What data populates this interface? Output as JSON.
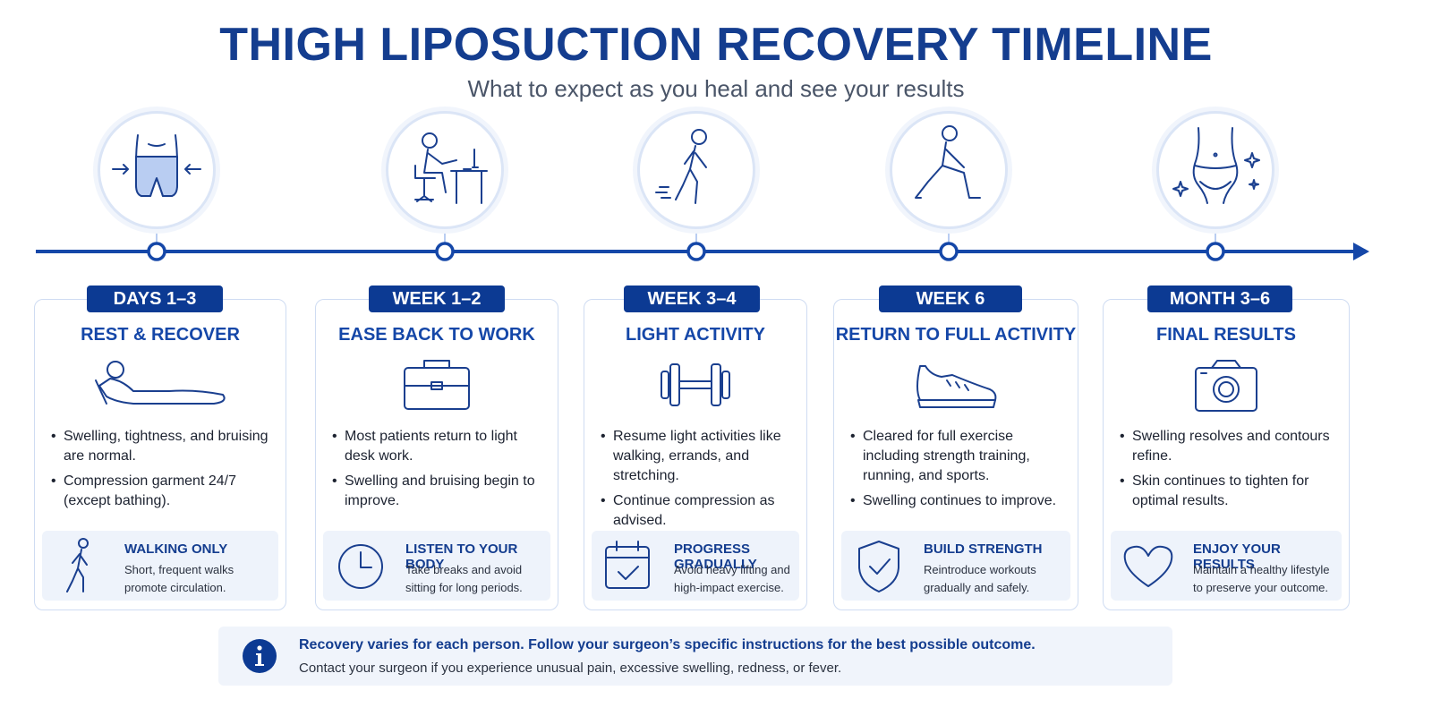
{
  "header": {
    "title": "THIGH LIPOSUCTION RECOVERY TIMELINE",
    "subtitle": "What to expect as you heal and see your results"
  },
  "colors": {
    "primary": "#0c3a93",
    "accent": "#1547a8",
    "icon_fill": "#b9cdf2",
    "card_border": "#cfdcf2",
    "tip_bg": "#eef3fb"
  },
  "stages": [
    {
      "label": "DAYS 1–3",
      "title": "REST & RECOVER",
      "timeline_icon": "compression-garment-icon",
      "card_icon": "lying-person-icon",
      "bullets": [
        "Swelling, tightness, and bruising are normal.",
        "Compression garment 24/7 (except bathing)."
      ],
      "tip_icon": "walking-person-icon",
      "tip_title": "WALKING ONLY",
      "tip_text": "Short, frequent walks promote circulation."
    },
    {
      "label": "WEEK 1–2",
      "title": "EASE BACK TO WORK",
      "timeline_icon": "desk-worker-icon",
      "card_icon": "briefcase-icon",
      "bullets": [
        "Most patients return to light desk work.",
        "Swelling and bruising begin to improve."
      ],
      "tip_icon": "clock-icon",
      "tip_title": "LISTEN TO YOUR BODY",
      "tip_text": "Take breaks and avoid sitting for long periods."
    },
    {
      "label": "WEEK 3–4",
      "title": "LIGHT ACTIVITY",
      "timeline_icon": "walking-person-icon",
      "card_icon": "dumbbell-icon",
      "bullets": [
        "Resume light activities like walking, errands, and stretching.",
        "Continue compression as advised."
      ],
      "tip_icon": "calendar-check-icon",
      "tip_title": "PROGRESS GRADUALLY",
      "tip_text": "Avoid heavy lifting and high-impact exercise."
    },
    {
      "label": "WEEK 6",
      "title": "RETURN TO FULL ACTIVITY",
      "timeline_icon": "lunge-exercise-icon",
      "card_icon": "sneaker-icon",
      "bullets": [
        "Cleared for full exercise including strength training, running, and sports.",
        "Swelling continues to improve."
      ],
      "tip_icon": "shield-check-icon",
      "tip_title": "BUILD STRENGTH",
      "tip_text": "Reintroduce workouts gradually and safely."
    },
    {
      "label": "MONTH 3–6",
      "title": "FINAL RESULTS",
      "timeline_icon": "contoured-hips-sparkle-icon",
      "card_icon": "camera-icon",
      "bullets": [
        "Swelling resolves and contours refine.",
        "Skin continues to tighten for optimal results."
      ],
      "tip_icon": "heart-icon",
      "tip_title": "ENJOY YOUR RESULTS",
      "tip_text": "Maintain a healthy lifestyle to preserve your outcome."
    }
  ],
  "note": {
    "icon": "info-icon",
    "main": "Recovery varies for each person. Follow your surgeon’s specific instructions for the best possible outcome.",
    "sub": "Contact your surgeon if you experience unusual pain, excessive swelling, redness, or fever."
  }
}
